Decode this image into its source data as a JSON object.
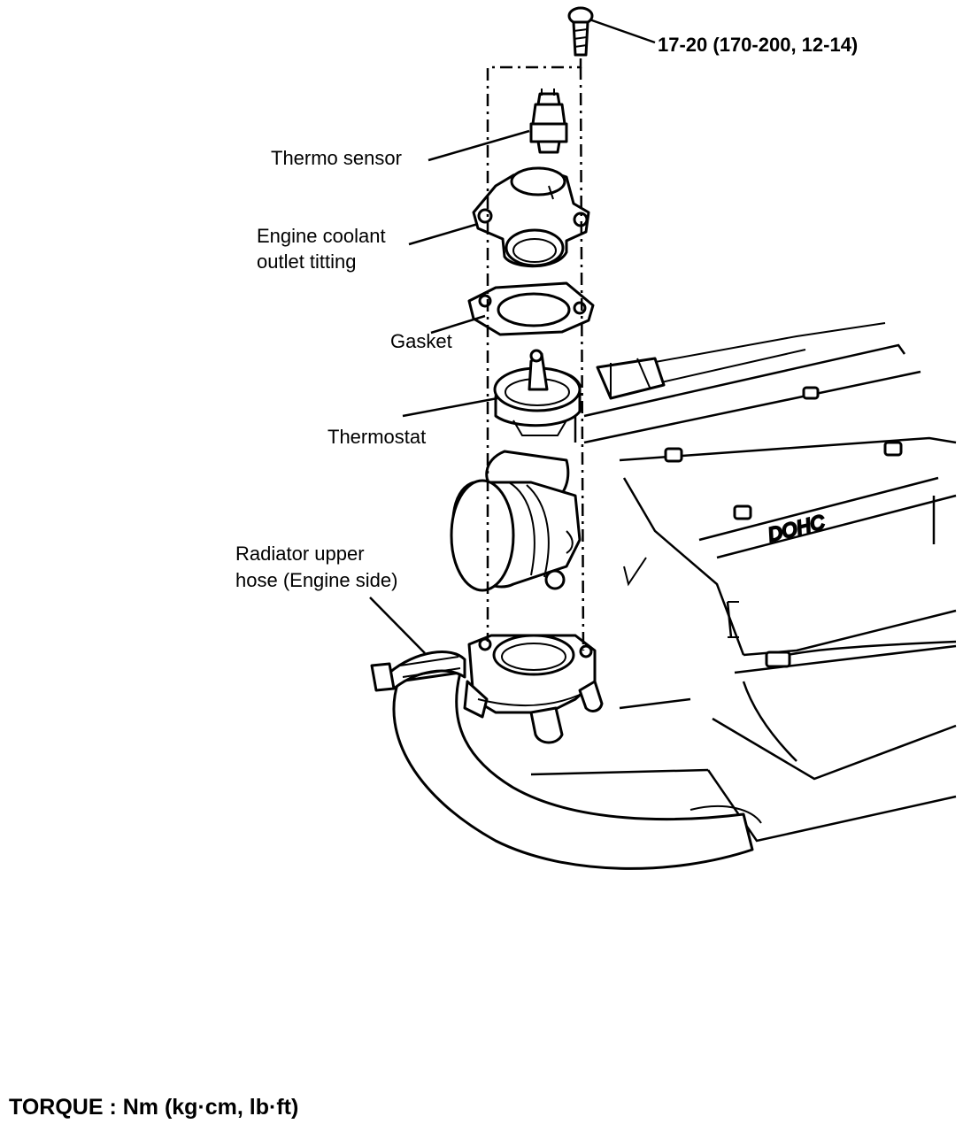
{
  "diagram": {
    "labels": {
      "bolt_torque": "17-20 (170-200, 12-14)",
      "thermo_sensor": "Thermo sensor",
      "outlet_fitting_line1": "Engine coolant",
      "outlet_fitting_line2": "outlet titting",
      "gasket": "Gasket",
      "thermostat": "Thermostat",
      "hose_line1": "Radiator upper",
      "hose_line2": "hose (Engine side)"
    },
    "engine_cover_text": "DOHC",
    "footer": {
      "torque_units": "TORQUE : Nm (kg·cm, lb·ft)"
    }
  }
}
